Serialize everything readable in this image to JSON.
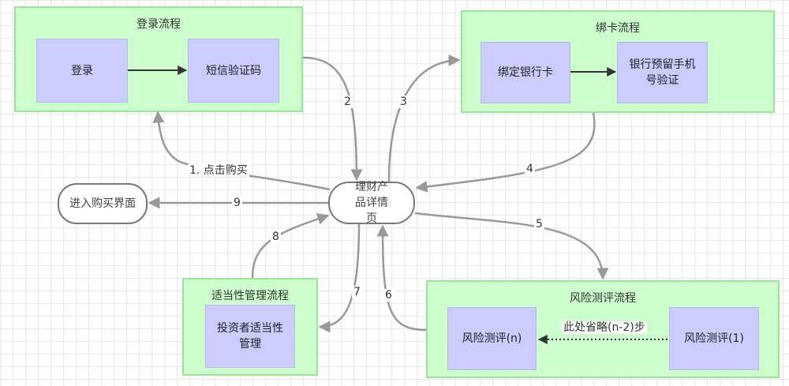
{
  "groups": {
    "login": {
      "title": "登录流程"
    },
    "card": {
      "title": "绑卡流程"
    },
    "suitability": {
      "title": "适当性管理流程"
    },
    "risk": {
      "title": "风险测评流程"
    }
  },
  "nodes": {
    "login": "登录",
    "sms": "短信验证码",
    "bind_card": "绑定银行卡",
    "bank_phone": "银行预留手机号验证",
    "investor_suit": "投资者适当性管理",
    "risk_n": "风险测评(n)",
    "risk_1": "风险测评(1)",
    "detail": "理财产品详情页",
    "buy": "进入购买界面"
  },
  "edges": {
    "e1": "1. 点击购买",
    "e2": "2",
    "e3": "3",
    "e4": "4",
    "e5": "5",
    "e6": "6",
    "e7": "7",
    "e8": "8",
    "e9": "9",
    "omitted": "此处省略(n-2)步"
  }
}
